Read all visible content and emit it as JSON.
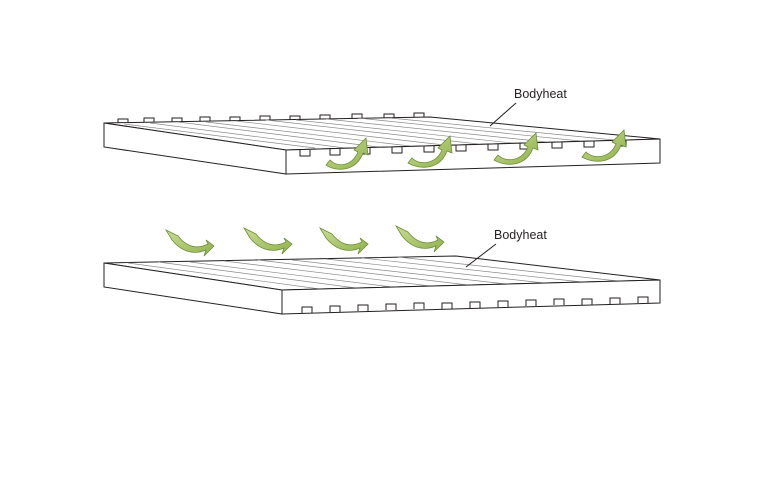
{
  "labels": {
    "top_panel": "Bodyheat",
    "bottom_panel": "Bodyheat"
  },
  "colors": {
    "background": "#ffffff",
    "outline": "#231f20",
    "arrow_fill": "#a9c56b",
    "arrow_stroke": "#6e8f3a"
  },
  "panels": [
    {
      "id": "top",
      "ribs_on": "top",
      "arrows_in_grooves": 4
    },
    {
      "id": "bottom",
      "ribs_on": "bottom",
      "arrows_above": 4
    }
  ]
}
